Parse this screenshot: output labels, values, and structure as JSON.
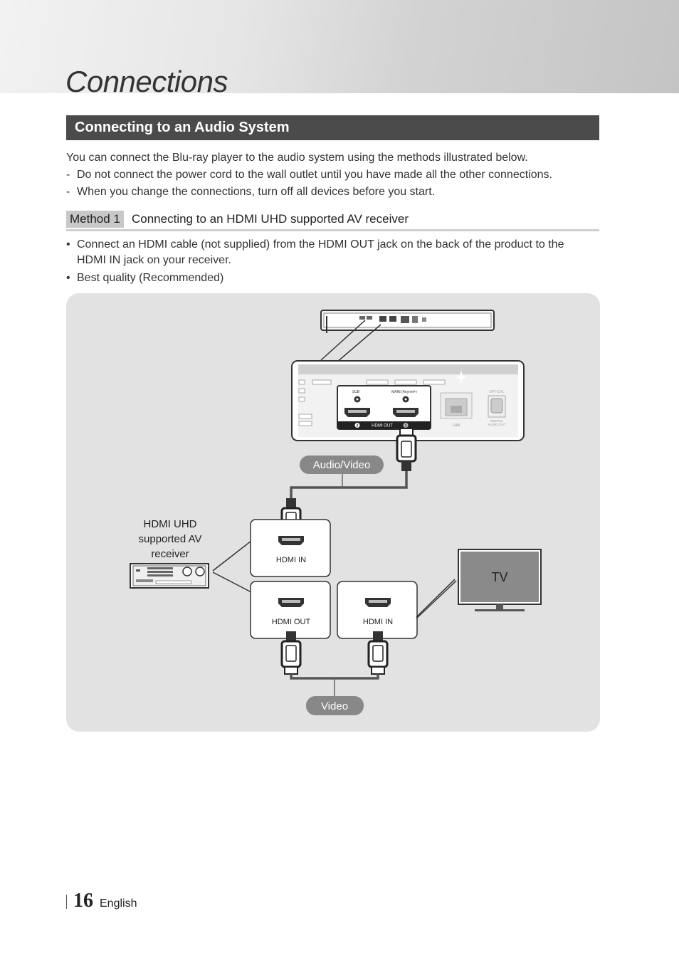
{
  "chapter": {
    "title": "Connections"
  },
  "section": {
    "title": "Connecting to an Audio System"
  },
  "intro": {
    "text": "You can connect the Blu-ray player to the audio system using the methods illustrated below.",
    "notes": [
      "Do not connect the power cord to the wall outlet until you have made all the other connections.",
      "When you change the connections, turn off all devices before you start."
    ]
  },
  "method": {
    "badge": "Method 1",
    "title": "Connecting to an HDMI UHD supported AV receiver"
  },
  "bullets": [
    "Connect an HDMI cable (not supplied) from the HDMI OUT jack on the back of the product to the HDMI IN jack on your receiver.",
    "Best quality (Recommended)"
  ],
  "diagram": {
    "player_panel": {
      "sub_label": "SUB",
      "main_label": "MAIN (Anynet+)",
      "hdmi_out_label": "HDMI OUT",
      "badge_2": "2",
      "badge_1": "1",
      "lan_label": "LAN",
      "optical_label": "OPTICAL",
      "digital_audio_label_1": "DIGITAL",
      "digital_audio_label_2": "AUDIO OUT"
    },
    "audio_video_label": "Audio/Video",
    "video_label": "Video",
    "receiver_label": [
      "HDMI UHD",
      "supported AV",
      "receiver"
    ],
    "receiver_hdmi_in": "HDMI IN",
    "receiver_hdmi_out": "HDMI OUT",
    "tv_hdmi_in": "HDMI IN",
    "tv_label": "TV"
  },
  "footer": {
    "page": "16",
    "language": "English"
  }
}
